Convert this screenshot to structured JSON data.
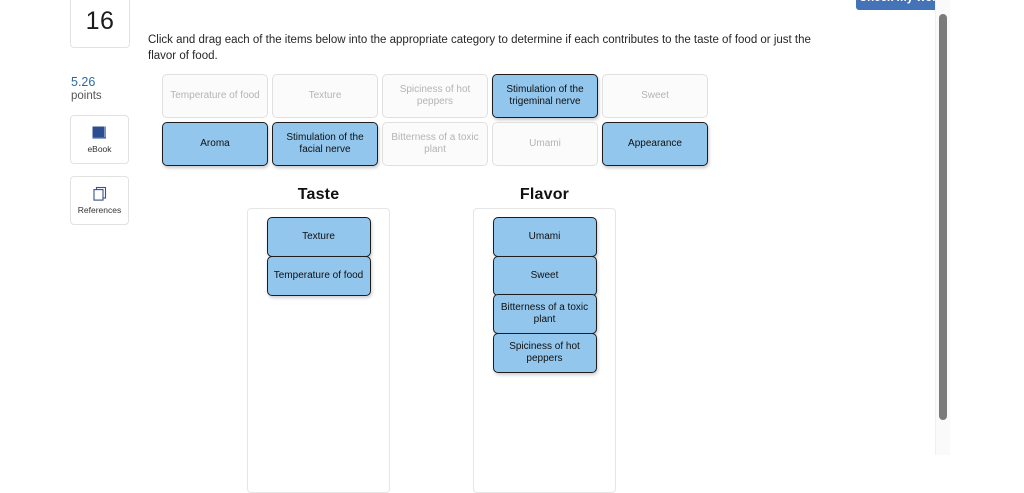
{
  "header": {
    "check_work_label": "Check my work"
  },
  "sidebar": {
    "question_number": "16",
    "points_value": "5.26",
    "points_label": "points",
    "ebook_label": "eBook",
    "references_label": "References"
  },
  "prompt": {
    "text": "Click and drag each of the items below into the appropriate category to determine if each contributes to the taste of food or just the flavor of food."
  },
  "tile_bank": {
    "rows": [
      [
        {
          "label": "Temperature of food",
          "state": "placed"
        },
        {
          "label": "Texture",
          "state": "placed"
        },
        {
          "label": "Spiciness of hot peppers",
          "state": "placed"
        },
        {
          "label": "Stimulation of the trigeminal nerve",
          "state": "active"
        },
        {
          "label": "Sweet",
          "state": "placed"
        }
      ],
      [
        {
          "label": "Aroma",
          "state": "active"
        },
        {
          "label": "Stimulation of the facial nerve",
          "state": "active"
        },
        {
          "label": "Bitterness of a toxic plant",
          "state": "placed"
        },
        {
          "label": "Umami",
          "state": "placed"
        },
        {
          "label": "Appearance",
          "state": "active"
        }
      ]
    ]
  },
  "categories": [
    {
      "title": "Taste",
      "items": [
        "Texture",
        "Temperature of food"
      ]
    },
    {
      "title": "Flavor",
      "items": [
        "Umami",
        "Sweet",
        "Bitterness of a toxic plant",
        "Spiciness of hot peppers"
      ]
    }
  ],
  "icons": {
    "ebook": "book-icon",
    "references": "stacked-pages-icon"
  },
  "colors": {
    "tile_active_fill": "#93c6ec",
    "tile_active_border": "#1d1d1d",
    "tile_placed_fill": "#fbfbfb",
    "button_primary": "#4573b8",
    "points_accent": "#2b6aa8"
  }
}
